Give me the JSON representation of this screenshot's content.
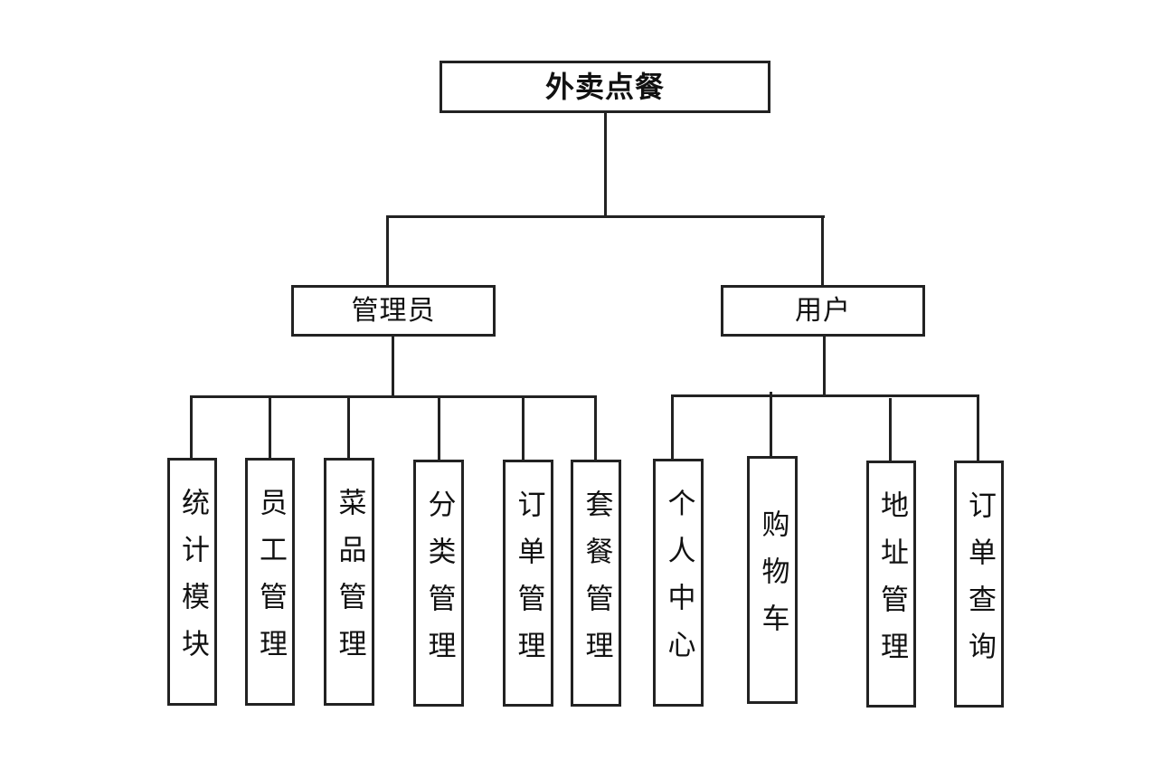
{
  "diagram": {
    "root": "外卖点餐",
    "branches": [
      {
        "label": "管理员",
        "children": [
          "统计模块",
          "员工管理",
          "菜品管理",
          "分类管理",
          "订单管理",
          "套餐管理"
        ]
      },
      {
        "label": "用户",
        "children": [
          "个人中心",
          "购物车",
          "地址管理",
          "订单查询"
        ]
      }
    ]
  }
}
